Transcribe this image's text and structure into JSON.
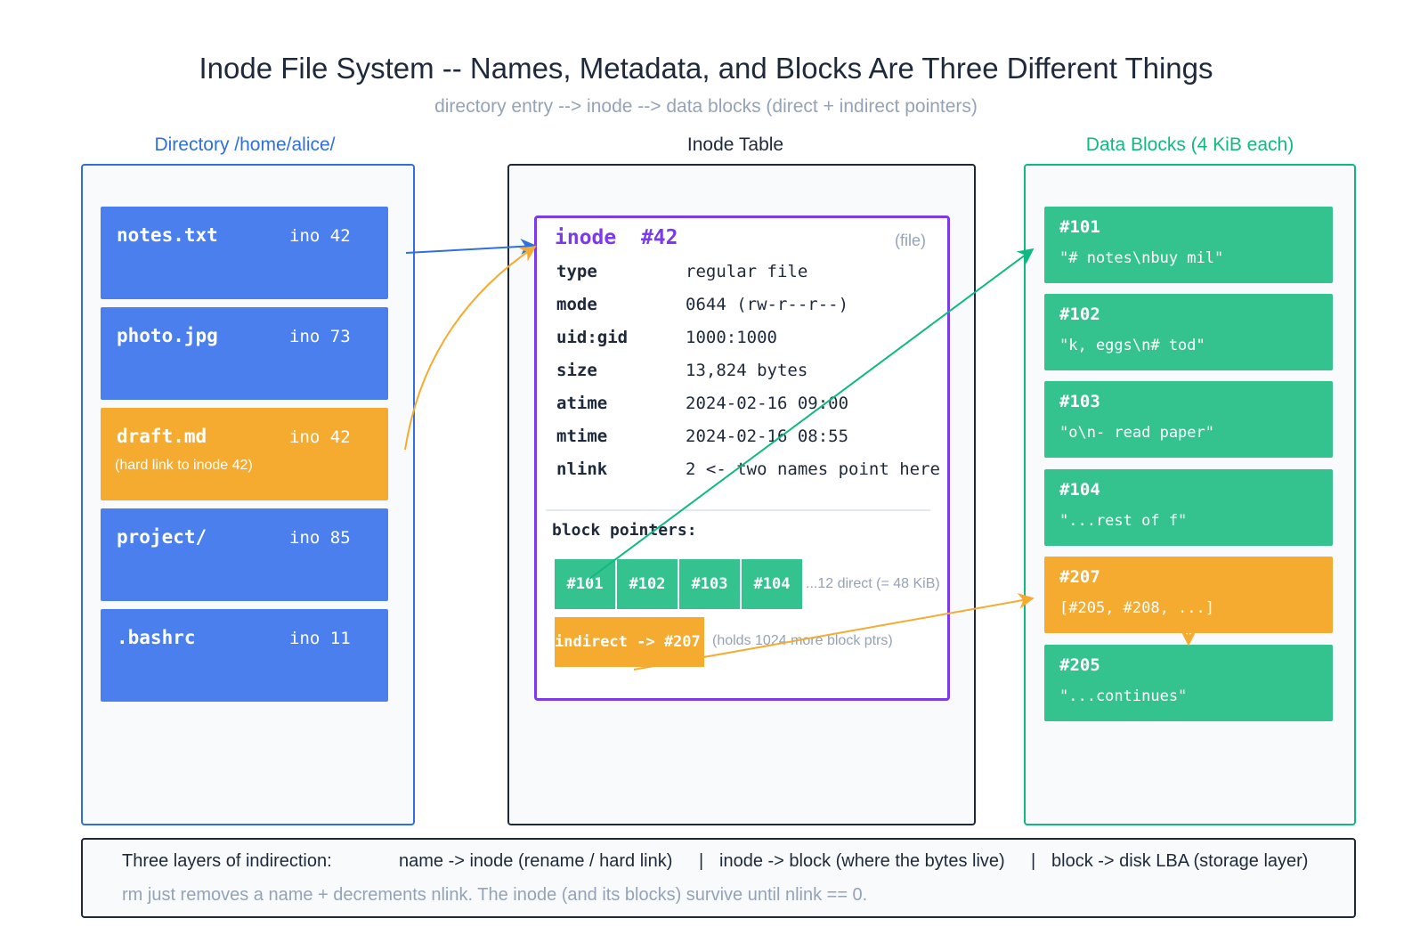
{
  "title": "Inode File System -- Names, Metadata, and Blocks Are Three Different Things",
  "subtitle": "directory entry --> inode --> data blocks (direct + indirect pointers)",
  "colors": {
    "directory": "#2f6fe0",
    "entry": "#4a7fed",
    "hardlink": "#f5ab30",
    "inode": "#7c3aed",
    "data": "#34c38f",
    "dark": "#1e293b",
    "muted": "#94a3b8"
  },
  "directory": {
    "label": "Directory  /home/alice/",
    "entries": [
      {
        "name": "notes.txt",
        "ino": "ino 42",
        "note": ""
      },
      {
        "name": "photo.jpg",
        "ino": "ino 73",
        "note": ""
      },
      {
        "name": "draft.md",
        "ino": "ino 42",
        "note": "(hard link to inode 42)"
      },
      {
        "name": "project/",
        "ino": "ino 85",
        "note": ""
      },
      {
        "name": ".bashrc",
        "ino": "ino 11",
        "note": ""
      }
    ]
  },
  "inode_table": {
    "label": "Inode Table",
    "inode": {
      "title": "inode",
      "number": "#42",
      "kind": "(file)",
      "fields": [
        {
          "key": "type",
          "value": "regular file"
        },
        {
          "key": "mode",
          "value": "0644 (rw-r--r--)"
        },
        {
          "key": "uid:gid",
          "value": "1000:1000"
        },
        {
          "key": "size",
          "value": "13,824 bytes"
        },
        {
          "key": "atime",
          "value": "2024-02-16 09:00"
        },
        {
          "key": "mtime",
          "value": "2024-02-16 08:55"
        },
        {
          "key": "nlink",
          "value": "2  <- two names point here"
        }
      ],
      "pointers_label": "block pointers:",
      "direct": [
        "#101",
        "#102",
        "#103",
        "#104"
      ],
      "direct_note": "...12 direct (= 48 KiB)",
      "indirect": "indirect -> #207",
      "indirect_note": "(holds 1024 more block ptrs)"
    }
  },
  "data_blocks": {
    "label": "Data Blocks  (4 KiB each)",
    "blocks": [
      {
        "id": "#101",
        "content": "\"# notes\\nbuy mil\"",
        "kind": "data"
      },
      {
        "id": "#102",
        "content": "\"k, eggs\\n# tod\"",
        "kind": "data"
      },
      {
        "id": "#103",
        "content": "\"o\\n- read paper\"",
        "kind": "data"
      },
      {
        "id": "#104",
        "content": "\"...rest of f\"",
        "kind": "data"
      },
      {
        "id": "#207",
        "content": "[#205, #208, ...]",
        "kind": "indirect"
      },
      {
        "id": "#205",
        "content": "\"...continues\"",
        "kind": "data"
      }
    ]
  },
  "footer": {
    "heading": "Three layers of indirection:",
    "layer1": "name -> inode  (rename / hard link)",
    "sep1": "|",
    "layer2": "inode -> block (where the bytes live)",
    "sep2": "|",
    "layer3": "block -> disk LBA (storage layer)",
    "note": "rm just removes a name + decrements nlink. The inode (and its blocks) survive until nlink == 0."
  }
}
